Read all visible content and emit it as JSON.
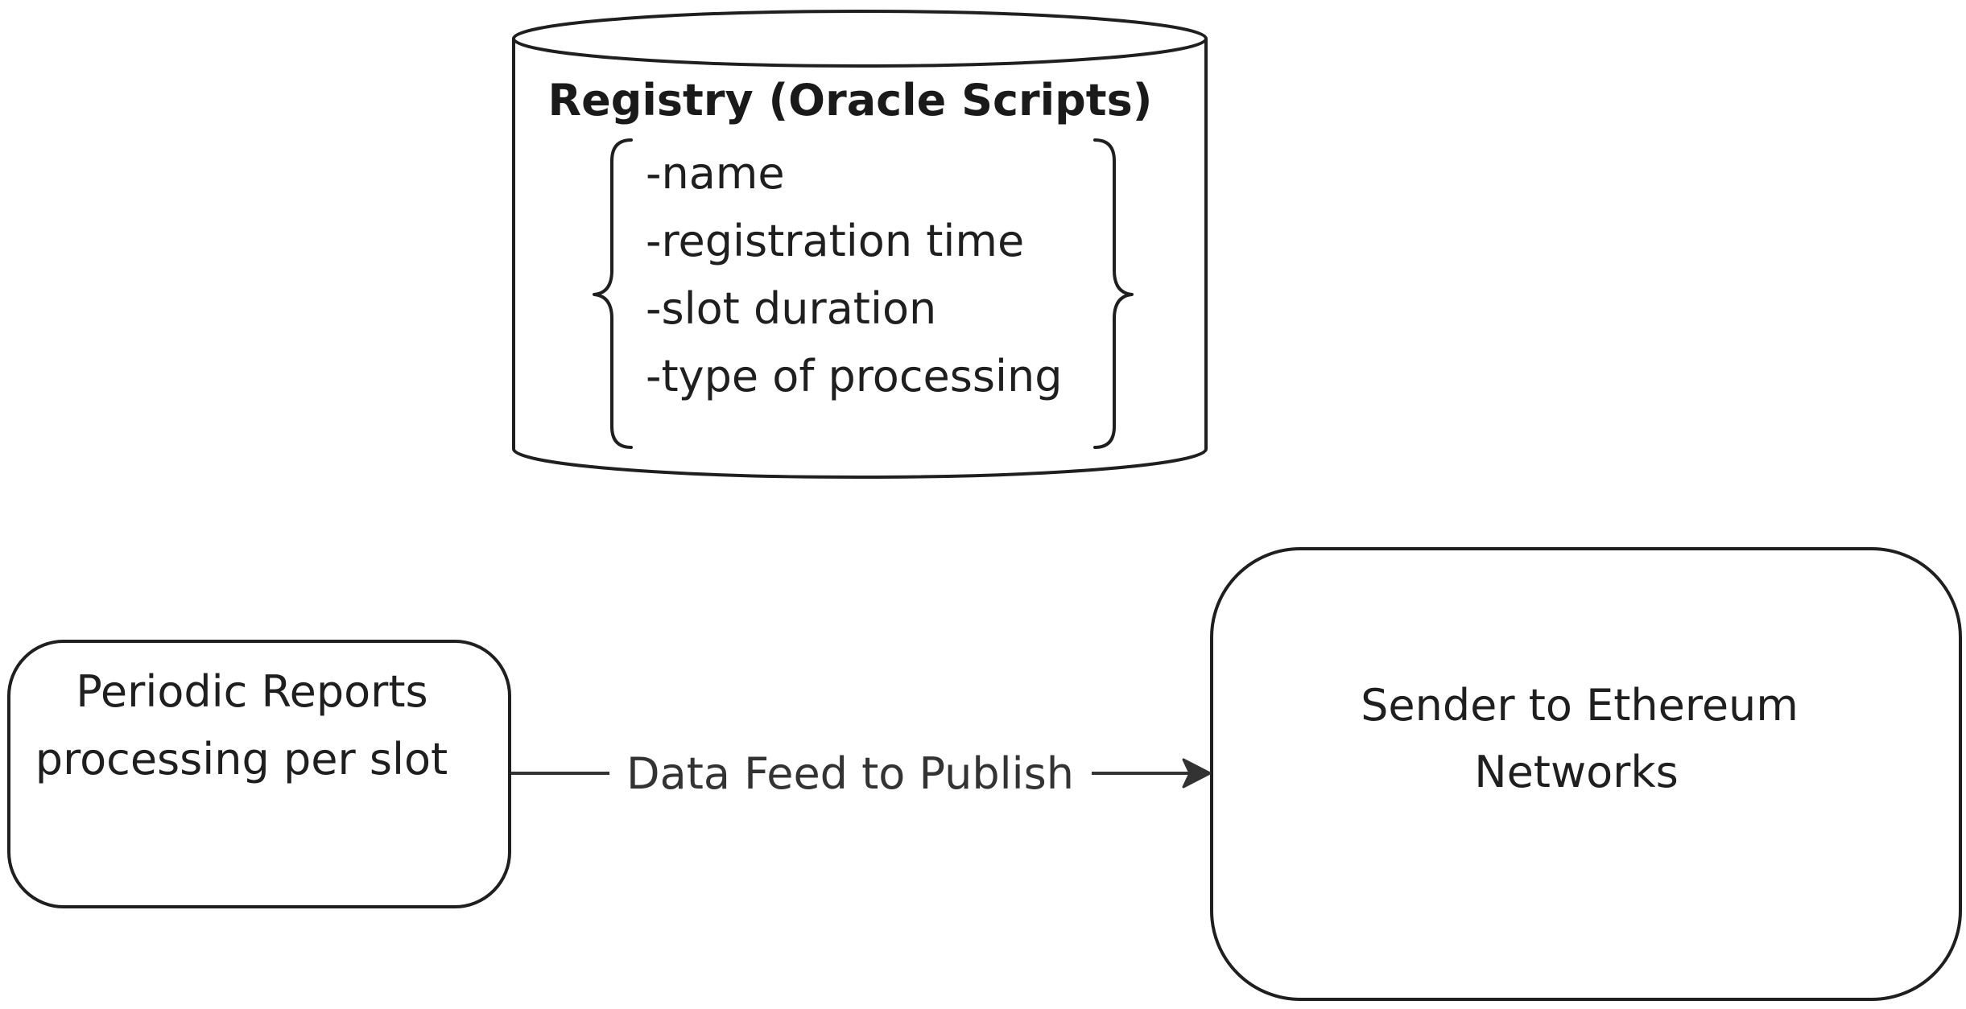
{
  "registry": {
    "title": "Registry (Oracle Scripts)",
    "fields": [
      "-name",
      "-registration time",
      "-slot duration",
      "-type of processing"
    ]
  },
  "periodic_reports": {
    "lines": [
      "Periodic Reports",
      "processing per slot"
    ]
  },
  "sender": {
    "lines": [
      "Sender to Ethereum",
      "Networks"
    ]
  },
  "edge": {
    "label": "Data Feed to Publish"
  },
  "colors": {
    "stroke": "#1f1f1f",
    "edge": "#333333",
    "background": "#ffffff"
  }
}
